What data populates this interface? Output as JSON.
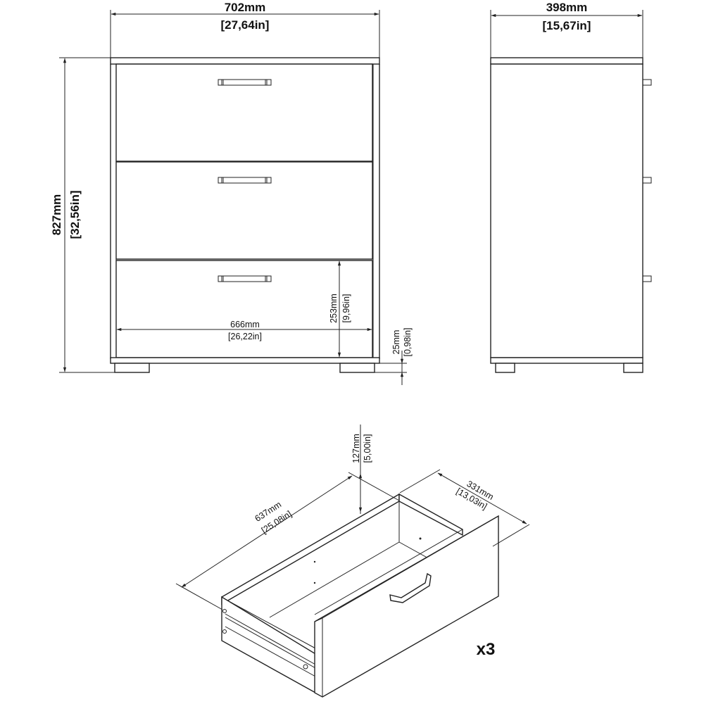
{
  "front_view": {
    "width_mm": "702mm",
    "width_in": "[27,64in]",
    "height_mm": "827mm",
    "height_in": "[32,56in]",
    "drawer_height_mm": "253mm",
    "drawer_height_in": "[9,96in]",
    "inner_width_mm": "666mm",
    "inner_width_in": "[26,22in]",
    "leg_height_mm": "25mm",
    "leg_height_in": "[0,98in]",
    "drawer_count": 3
  },
  "side_view": {
    "depth_mm": "398mm",
    "depth_in": "[15,67in]"
  },
  "drawer_view": {
    "length_mm": "637mm",
    "length_in": "[25,08in]",
    "height_mm": "127mm",
    "height_in": "[5,00in]",
    "width_mm": "331mm",
    "width_in": "[13,03in]",
    "quantity": "x3"
  },
  "colors": {
    "line": "#222222",
    "background": "#ffffff"
  }
}
